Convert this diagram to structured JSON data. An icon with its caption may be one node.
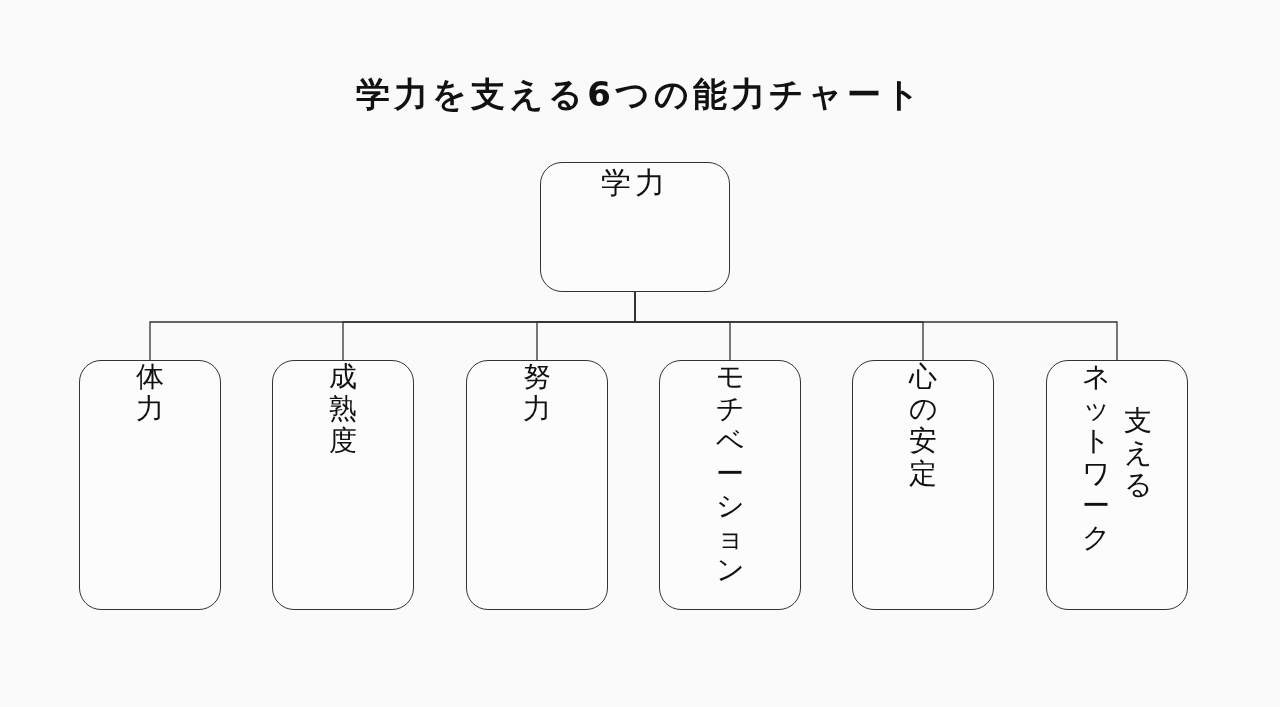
{
  "diagram": {
    "title": "学力を支える6つの能力チャート",
    "nodes": [
      {
        "text": [
          "学力"
        ]
      },
      {
        "text": [
          "体力"
        ]
      },
      {
        "text": [
          "成熟度"
        ]
      },
      {
        "text": [
          "努力"
        ]
      },
      {
        "text": [
          "モチベーション"
        ]
      },
      {
        "text": [
          "心の安定"
        ]
      },
      {
        "text": [
          "ネットワーク",
          "支える"
        ]
      }
    ],
    "edges": [
      {
        "from": 0,
        "to": 1,
        "arrow": "none"
      },
      {
        "from": 0,
        "to": 2,
        "arrow": "none"
      },
      {
        "from": 0,
        "to": 3,
        "arrow": "none"
      },
      {
        "from": 0,
        "to": 4,
        "arrow": "none"
      },
      {
        "from": 0,
        "to": 5,
        "arrow": "none"
      },
      {
        "from": 0,
        "to": 6,
        "arrow": "none"
      }
    ]
  }
}
